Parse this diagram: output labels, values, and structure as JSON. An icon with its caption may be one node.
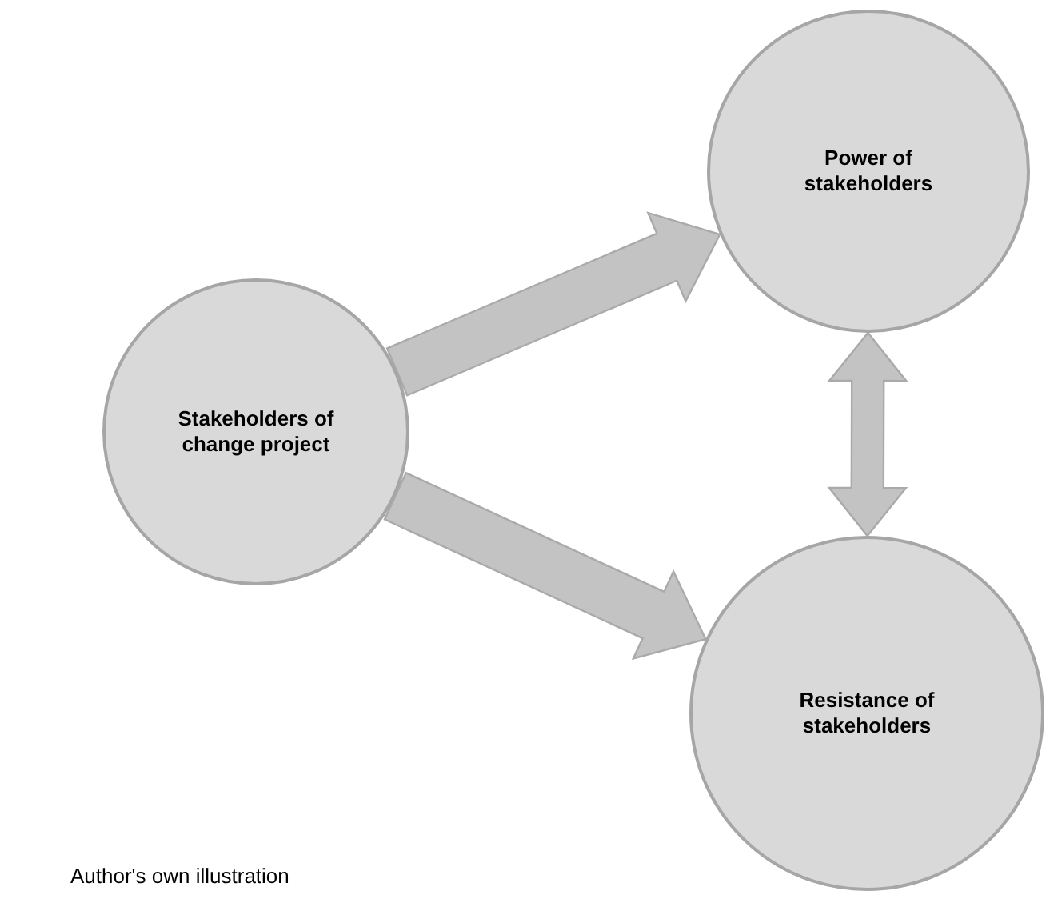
{
  "diagram": {
    "nodes": [
      {
        "text": [
          "Stakeholders of change project"
        ]
      },
      {
        "text": [
          "Power of stakeholders"
        ]
      },
      {
        "text": [
          "Resistance of stakeholders"
        ]
      }
    ],
    "edges": [
      {
        "from": 0,
        "to": 1,
        "arrow": "to"
      },
      {
        "from": 0,
        "to": 2,
        "arrow": "to"
      },
      {
        "from": 1,
        "to": 2,
        "arrow": "both"
      }
    ],
    "labels": [
      "Author's own illustration"
    ]
  }
}
